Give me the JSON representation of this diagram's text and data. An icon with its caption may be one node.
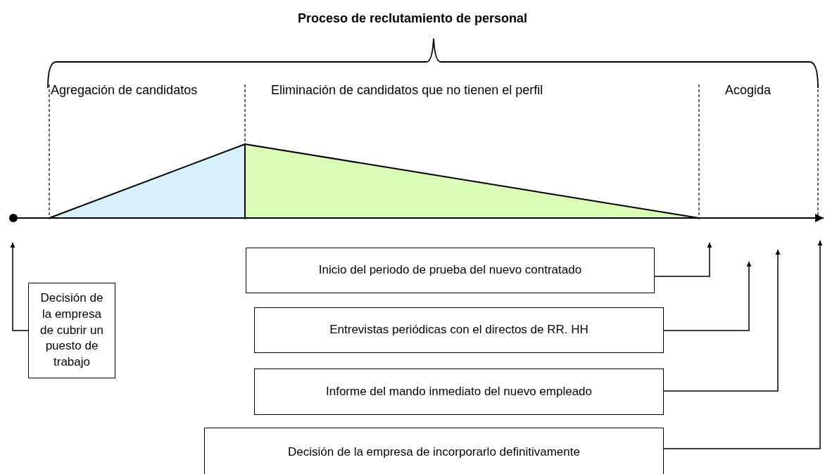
{
  "diagram": {
    "title": "Proceso de reclutamiento de personal",
    "nodes": [
      {
        "text": [
          "Decisión de la empresa de cubrir un puesto de trabajo"
        ]
      },
      {
        "text": [
          "Inicio del periodo de prueba del nuevo contratado"
        ]
      },
      {
        "text": [
          "Entrevistas periódicas con el directos de RR. HH"
        ]
      },
      {
        "text": [
          "Informe del mando inmediato del nuevo empleado"
        ]
      },
      {
        "text": [
          "Decisión de la empresa de incorporarlo definitivamente"
        ]
      }
    ],
    "edges": [
      {
        "from": 0,
        "to": null,
        "arrow": "to"
      },
      {
        "from": 1,
        "to": null,
        "arrow": "to"
      },
      {
        "from": 2,
        "to": null,
        "arrow": "to"
      },
      {
        "from": 3,
        "to": null,
        "arrow": "to"
      },
      {
        "from": 4,
        "to": null,
        "arrow": "to"
      }
    ],
    "labels": [
      "Agregación de candidatos",
      "Eliminación de candidatos que no tienen el perfil",
      "Acogida"
    ]
  }
}
